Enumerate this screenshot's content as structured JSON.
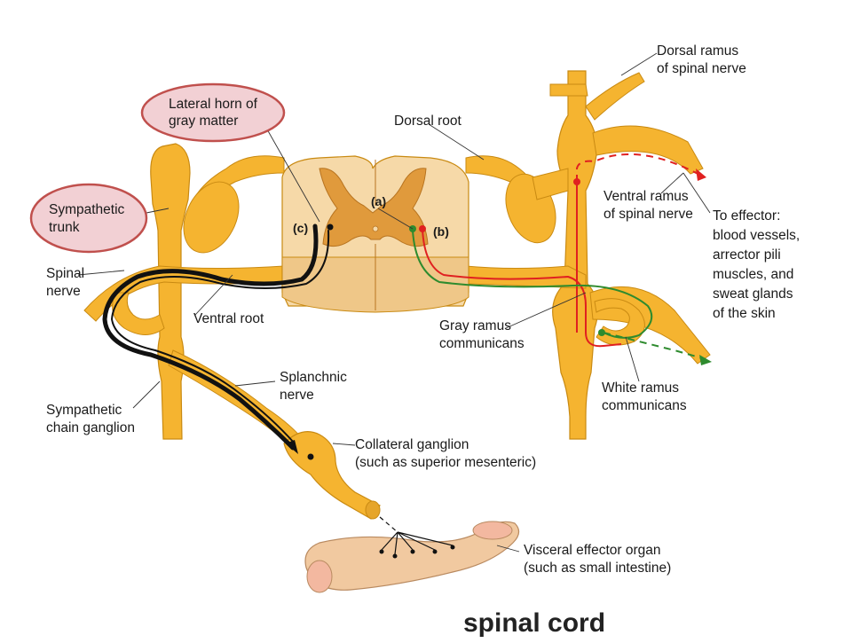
{
  "labels": {
    "dorsal_ramus": [
      "Dorsal ramus",
      "of spinal nerve"
    ],
    "lateral_horn": [
      "Lateral horn of",
      "gray matter"
    ],
    "dorsal_root": "Dorsal root",
    "sympathetic_trunk": [
      "Sympathetic",
      "trunk"
    ],
    "ventral_ramus": [
      "Ventral ramus",
      "of spinal nerve"
    ],
    "to_effector": [
      "To effector:",
      "blood vessels,",
      "arrector pili",
      "muscles, and",
      "sweat glands",
      "of the skin"
    ],
    "spinal_nerve": [
      "Spinal",
      "nerve"
    ],
    "ventral_root": "Ventral root",
    "gray_ramus": [
      "Gray ramus",
      "communicans"
    ],
    "splanchnic_nerve": [
      "Splanchnic",
      "nerve"
    ],
    "white_ramus": [
      "White ramus",
      "communicans"
    ],
    "sympathetic_chain_ganglion": [
      "Sympathetic",
      "chain ganglion"
    ],
    "collateral_ganglion": [
      "Collateral ganglion",
      "(such as superior mesenteric)"
    ],
    "visceral_effector": [
      "Visceral effector organ",
      "(such as small intestine)"
    ],
    "marker_a": "(a)",
    "marker_b": "(b)",
    "marker_c": "(c)",
    "bottom_partial": "spinal cord"
  },
  "colors": {
    "nerve": "#f5b430",
    "nerve_dark": "#c98a12",
    "cord_white": "#f6d9a8",
    "cord_gray": "#e09a3c",
    "highlight_fill": "#f2d0d4",
    "highlight_stroke": "#c0504d",
    "path_red": "#e02020",
    "path_green": "#2e8b2e",
    "path_black": "#111111",
    "intestine": "#f1c9a0"
  }
}
